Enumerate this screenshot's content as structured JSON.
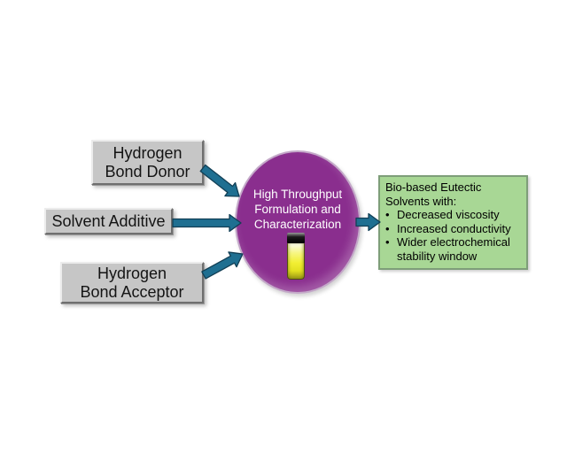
{
  "colors": {
    "arrow_fill": "#1F6F91",
    "arrow_outline": "#123F55",
    "ellipse_fill": "#8A2E8E",
    "ellipse_border": "#C4A9C9",
    "gray_box_fill": "#C6C6C6",
    "green_box_fill": "#A8D795",
    "green_box_border": "#7E9E79"
  },
  "input_boxes": {
    "donor": {
      "line1": "Hydrogen",
      "line2": "Bond Donor"
    },
    "additive": {
      "line1": "Solvent Additive"
    },
    "acceptor": {
      "line1": "Hydrogen",
      "line2": "Bond Acceptor"
    }
  },
  "process_ellipse": {
    "line1": "High Throughput",
    "line2": "Formulation and",
    "line3": "Characterization",
    "icon": "sample-vial"
  },
  "output_box": {
    "title_line1": "Bio-based Eutectic",
    "title_line2": "Solvents with:",
    "bullet_char": "•",
    "bullets": [
      "Decreased viscosity",
      "Increased conductivity",
      "Wider electrochemical stability window"
    ]
  }
}
